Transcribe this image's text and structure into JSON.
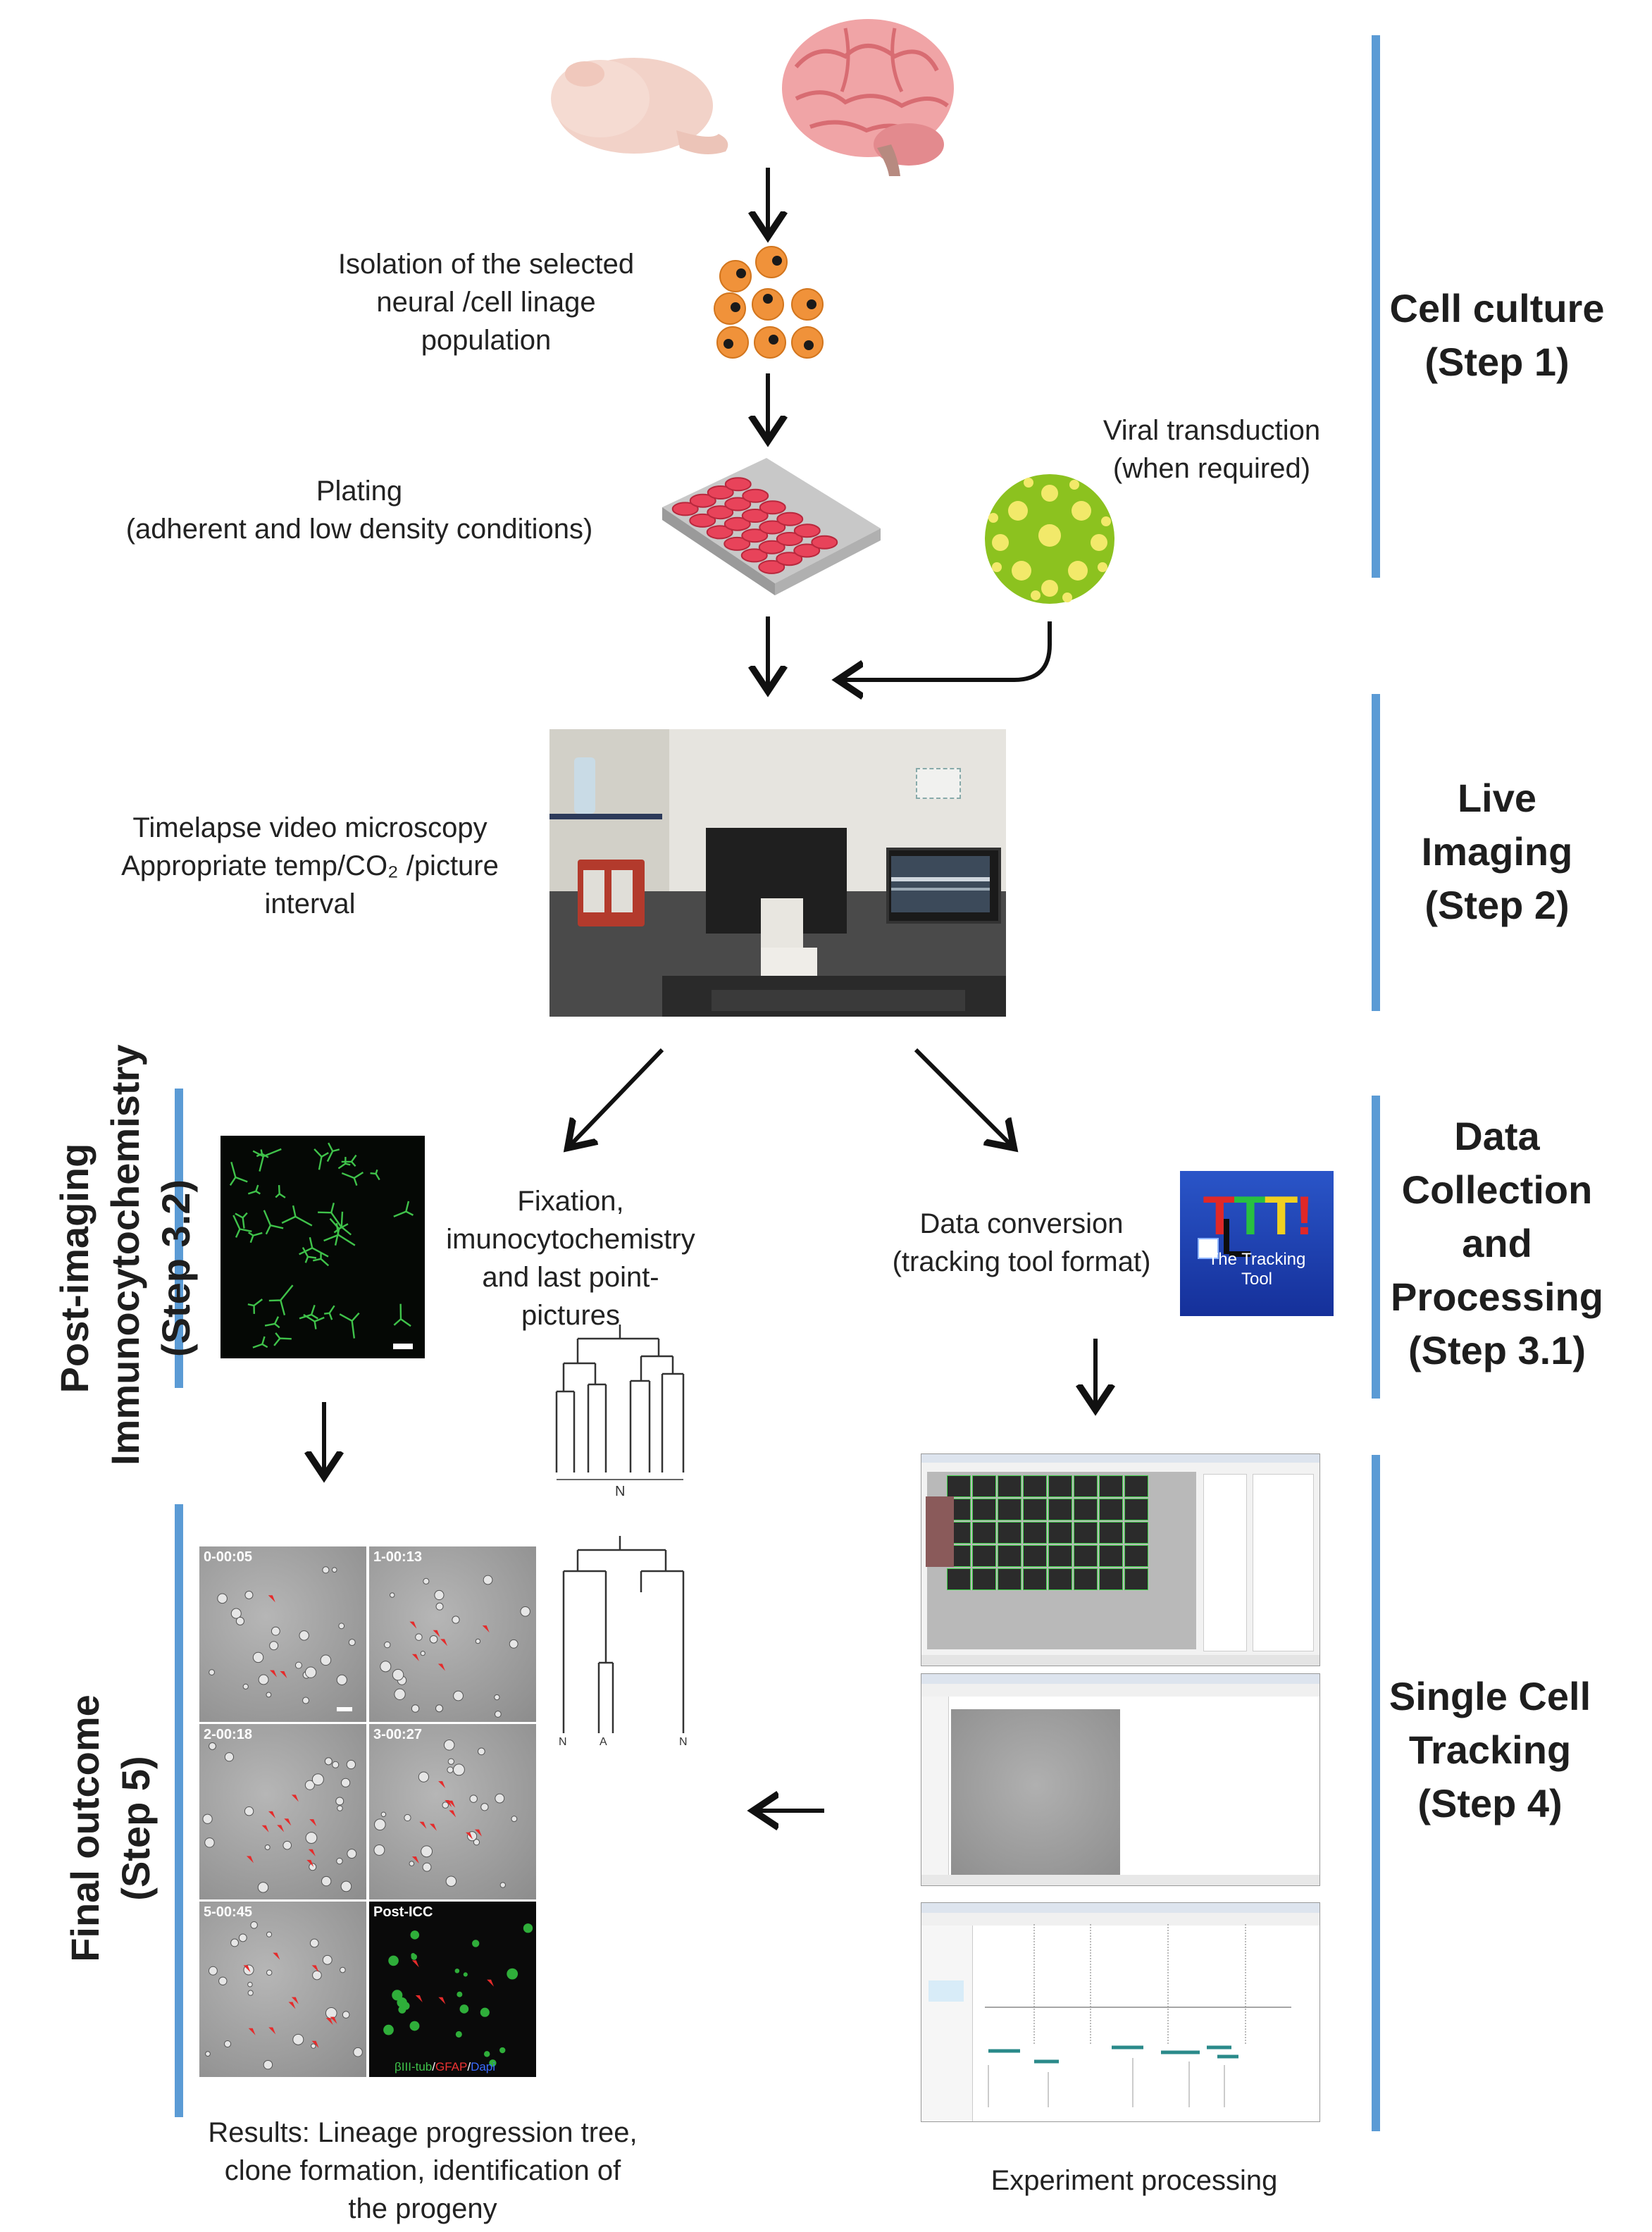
{
  "labels": {
    "isolation": [
      "Isolation of the selected",
      "neural /cell linage",
      "population"
    ],
    "plating": [
      "Plating",
      "(adherent and low density conditions)"
    ],
    "viral": [
      "Viral transduction",
      "(when required)"
    ],
    "timelapse": [
      "Timelapse video microscopy",
      "Appropriate temp/CO₂ /picture",
      "interval"
    ],
    "fixation": [
      "Fixation,",
      "imunocytochemistry",
      "and last point-",
      "pictures"
    ],
    "conversion": [
      "Data conversion",
      "(tracking tool format)"
    ],
    "results": [
      "Results: Lineage progression tree,",
      "clone formation, identification of",
      "the progeny"
    ],
    "experiment": "Experiment processing"
  },
  "steps": {
    "cell_culture": [
      "Cell culture",
      "(Step 1)"
    ],
    "live_imaging": [
      "Live",
      "Imaging",
      "(Step 2)"
    ],
    "data_collection": [
      "Data",
      "Collection",
      "and",
      "Processing",
      "(Step 3.1)"
    ],
    "single_cell": [
      "Single Cell",
      "Tracking",
      "(Step 4)"
    ],
    "post_imaging": [
      "Post-imaging",
      "Immunocytochemistry",
      "(Step 3.2)"
    ],
    "final_outcome": [
      "Final outcome",
      "(Step 5)"
    ]
  },
  "tracking_tool_icon": {
    "letters": "TTT!",
    "caption": [
      "The Tracking",
      "Tool"
    ]
  },
  "timelapse_panels": [
    "0-00:05",
    "1-00:13",
    "2-00:18",
    "3-00:27",
    "5-00:45",
    "Post-ICC"
  ],
  "post_icc_legend": [
    "βIII-tub",
    "/",
    "GFAP",
    "/",
    "Dapi"
  ],
  "tree_leaf_labels": {
    "tree1": [
      "N"
    ],
    "tree2": [
      "N",
      "A",
      "N"
    ]
  },
  "colors": {
    "step_bar": "#5b9bd5",
    "cell_orange": "#f0923a",
    "well_red": "#e8435a",
    "virus_green": "#8cc21f",
    "virus_spot": "#f2e96a",
    "brain_pink": "#f0a4a6",
    "mouse_brain": "#f2d2c8",
    "fluor_green": "#3fc24a",
    "tt_blue": "#1d3fae",
    "track_red": "#e52b2b"
  }
}
